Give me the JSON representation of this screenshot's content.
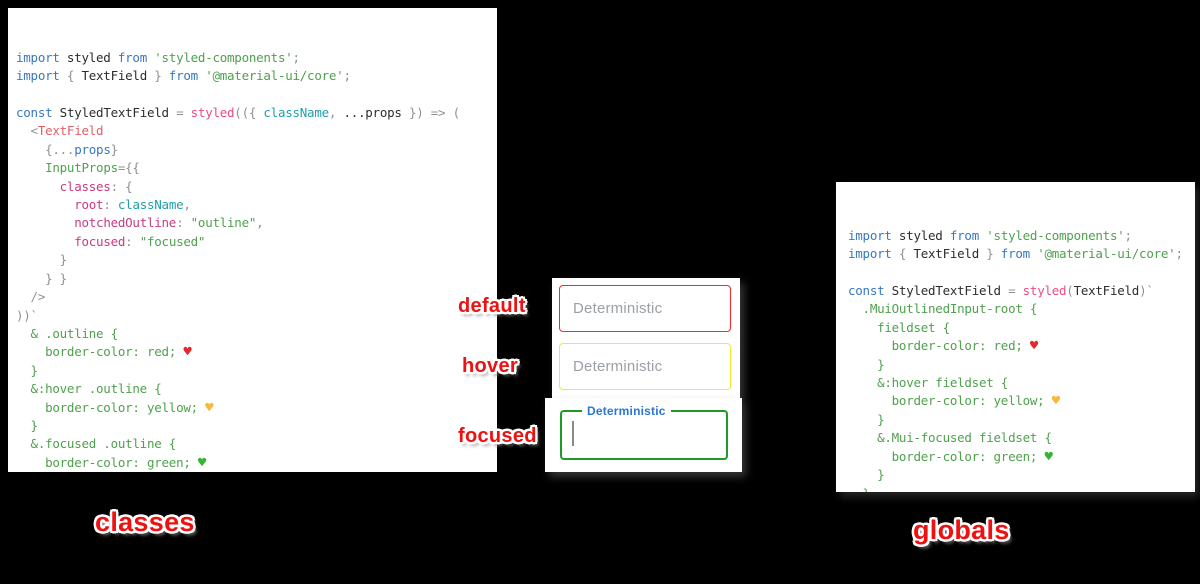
{
  "colors": {
    "kw": "#3679c2",
    "fn": "#ed4c82",
    "tag": "#e25e68",
    "str": "#4fa14e",
    "prop": "#c93a82",
    "var": "#1fa0aa",
    "attr": "#4fa14e",
    "pun": "#8c9196",
    "pln": "#2d2d2d",
    "css": "#4fa14e",
    "hr": "#e32a2a",
    "hy": "#f8b83c",
    "hg": "#33b533",
    "caption": "#ee1111",
    "border-default": "#f42a2a",
    "border-hover": "#f2ea2d",
    "border-focused": "#1f9a27",
    "focus-label": "#2a76d2",
    "placeholder": "#9aa0a6"
  },
  "captions": {
    "left": "classes",
    "right": "globals"
  },
  "examples": {
    "default_state": {
      "label": "default",
      "placeholder": "Deterministic",
      "border_color": "#f42a2a"
    },
    "hover_state": {
      "label": "hover",
      "placeholder": "Deterministic",
      "border_color": "#f2ea2d"
    },
    "focused_state": {
      "label": "focused",
      "field_label": "Deterministic",
      "border_color": "#1f9a27",
      "label_color": "#2a76d2"
    }
  },
  "left_code": {
    "lines": [
      [
        [
          "kw",
          "import"
        ],
        [
          "pln",
          " styled "
        ],
        [
          "kw",
          "from"
        ],
        [
          "pln",
          " "
        ],
        [
          "str",
          "'styled-components'"
        ],
        [
          "pun",
          ";"
        ]
      ],
      [
        [
          "kw",
          "import"
        ],
        [
          "pun",
          " { "
        ],
        [
          "pln",
          "TextField"
        ],
        [
          "pun",
          " } "
        ],
        [
          "kw",
          "from"
        ],
        [
          "pln",
          " "
        ],
        [
          "str",
          "'@material-ui/core'"
        ],
        [
          "pun",
          ";"
        ]
      ],
      [],
      [
        [
          "kw",
          "const"
        ],
        [
          "pln",
          " StyledTextField "
        ],
        [
          "pun",
          "= "
        ],
        [
          "fn",
          "styled"
        ],
        [
          "pun",
          "(({ "
        ],
        [
          "var",
          "className"
        ],
        [
          "pun",
          ", "
        ],
        [
          "pln",
          "...props"
        ],
        [
          "pun",
          " }) => ("
        ]
      ],
      [
        [
          "pun",
          "  <"
        ],
        [
          "tag",
          "TextField"
        ]
      ],
      [
        [
          "pun",
          "    {..."
        ],
        [
          "kw",
          "props"
        ],
        [
          "pun",
          "}"
        ]
      ],
      [
        [
          "pun",
          "    "
        ],
        [
          "attr",
          "InputProps"
        ],
        [
          "pun",
          "={{"
        ]
      ],
      [
        [
          "pun",
          "      "
        ],
        [
          "prop",
          "classes"
        ],
        [
          "pun",
          ": {"
        ]
      ],
      [
        [
          "pun",
          "        "
        ],
        [
          "prop",
          "root"
        ],
        [
          "pun",
          ": "
        ],
        [
          "var",
          "className"
        ],
        [
          "pun",
          ","
        ]
      ],
      [
        [
          "pun",
          "        "
        ],
        [
          "prop",
          "notchedOutline"
        ],
        [
          "pun",
          ": "
        ],
        [
          "str",
          "\"outline\""
        ],
        [
          "pun",
          ","
        ]
      ],
      [
        [
          "pun",
          "        "
        ],
        [
          "prop",
          "focused"
        ],
        [
          "pun",
          ": "
        ],
        [
          "str",
          "\"focused\""
        ]
      ],
      [
        [
          "pun",
          "      }"
        ]
      ],
      [
        [
          "pun",
          "    } }"
        ]
      ],
      [
        [
          "pun",
          "  />"
        ]
      ],
      [
        [
          "pun",
          "))`"
        ]
      ],
      [
        [
          "css",
          "  & .outline {"
        ]
      ],
      [
        [
          "css",
          "    border-color: red; "
        ],
        [
          "hr",
          "♥"
        ]
      ],
      [
        [
          "css",
          "  }"
        ]
      ],
      [
        [
          "css",
          "  &:hover .outline {"
        ]
      ],
      [
        [
          "css",
          "    border-color: yellow; "
        ],
        [
          "hy",
          "♥"
        ]
      ],
      [
        [
          "css",
          "  }"
        ]
      ],
      [
        [
          "css",
          "  &.focused .outline {"
        ]
      ],
      [
        [
          "css",
          "    border-color: green; "
        ],
        [
          "hg",
          "♥"
        ]
      ],
      [
        [
          "css",
          "  }"
        ]
      ],
      [
        [
          "pun",
          "`;"
        ]
      ]
    ]
  },
  "right_code": {
    "lines": [
      [
        [
          "kw",
          "import"
        ],
        [
          "pln",
          " styled "
        ],
        [
          "kw",
          "from"
        ],
        [
          "pln",
          " "
        ],
        [
          "str",
          "'styled-components'"
        ],
        [
          "pun",
          ";"
        ]
      ],
      [
        [
          "kw",
          "import"
        ],
        [
          "pun",
          " { "
        ],
        [
          "pln",
          "TextField"
        ],
        [
          "pun",
          " } "
        ],
        [
          "kw",
          "from"
        ],
        [
          "pln",
          " "
        ],
        [
          "str",
          "'@material-ui/core'"
        ],
        [
          "pun",
          ";"
        ]
      ],
      [],
      [
        [
          "kw",
          "const"
        ],
        [
          "pln",
          " StyledTextField "
        ],
        [
          "pun",
          "= "
        ],
        [
          "fn",
          "styled"
        ],
        [
          "pun",
          "("
        ],
        [
          "pln",
          "TextField"
        ],
        [
          "pun",
          ")`"
        ]
      ],
      [
        [
          "css",
          "  .MuiOutlinedInput-root {"
        ]
      ],
      [
        [
          "css",
          "    fieldset {"
        ]
      ],
      [
        [
          "css",
          "      border-color: red; "
        ],
        [
          "hr",
          "♥"
        ]
      ],
      [
        [
          "css",
          "    }"
        ]
      ],
      [
        [
          "css",
          "    &:hover fieldset {"
        ]
      ],
      [
        [
          "css",
          "      border-color: yellow; "
        ],
        [
          "hy",
          "♥"
        ]
      ],
      [
        [
          "css",
          "    }"
        ]
      ],
      [
        [
          "css",
          "    &.Mui-focused fieldset {"
        ]
      ],
      [
        [
          "css",
          "      border-color: green; "
        ],
        [
          "hg",
          "♥"
        ]
      ],
      [
        [
          "css",
          "    }"
        ]
      ],
      [
        [
          "css",
          "  }"
        ]
      ],
      [
        [
          "pun",
          "`;"
        ]
      ]
    ]
  }
}
